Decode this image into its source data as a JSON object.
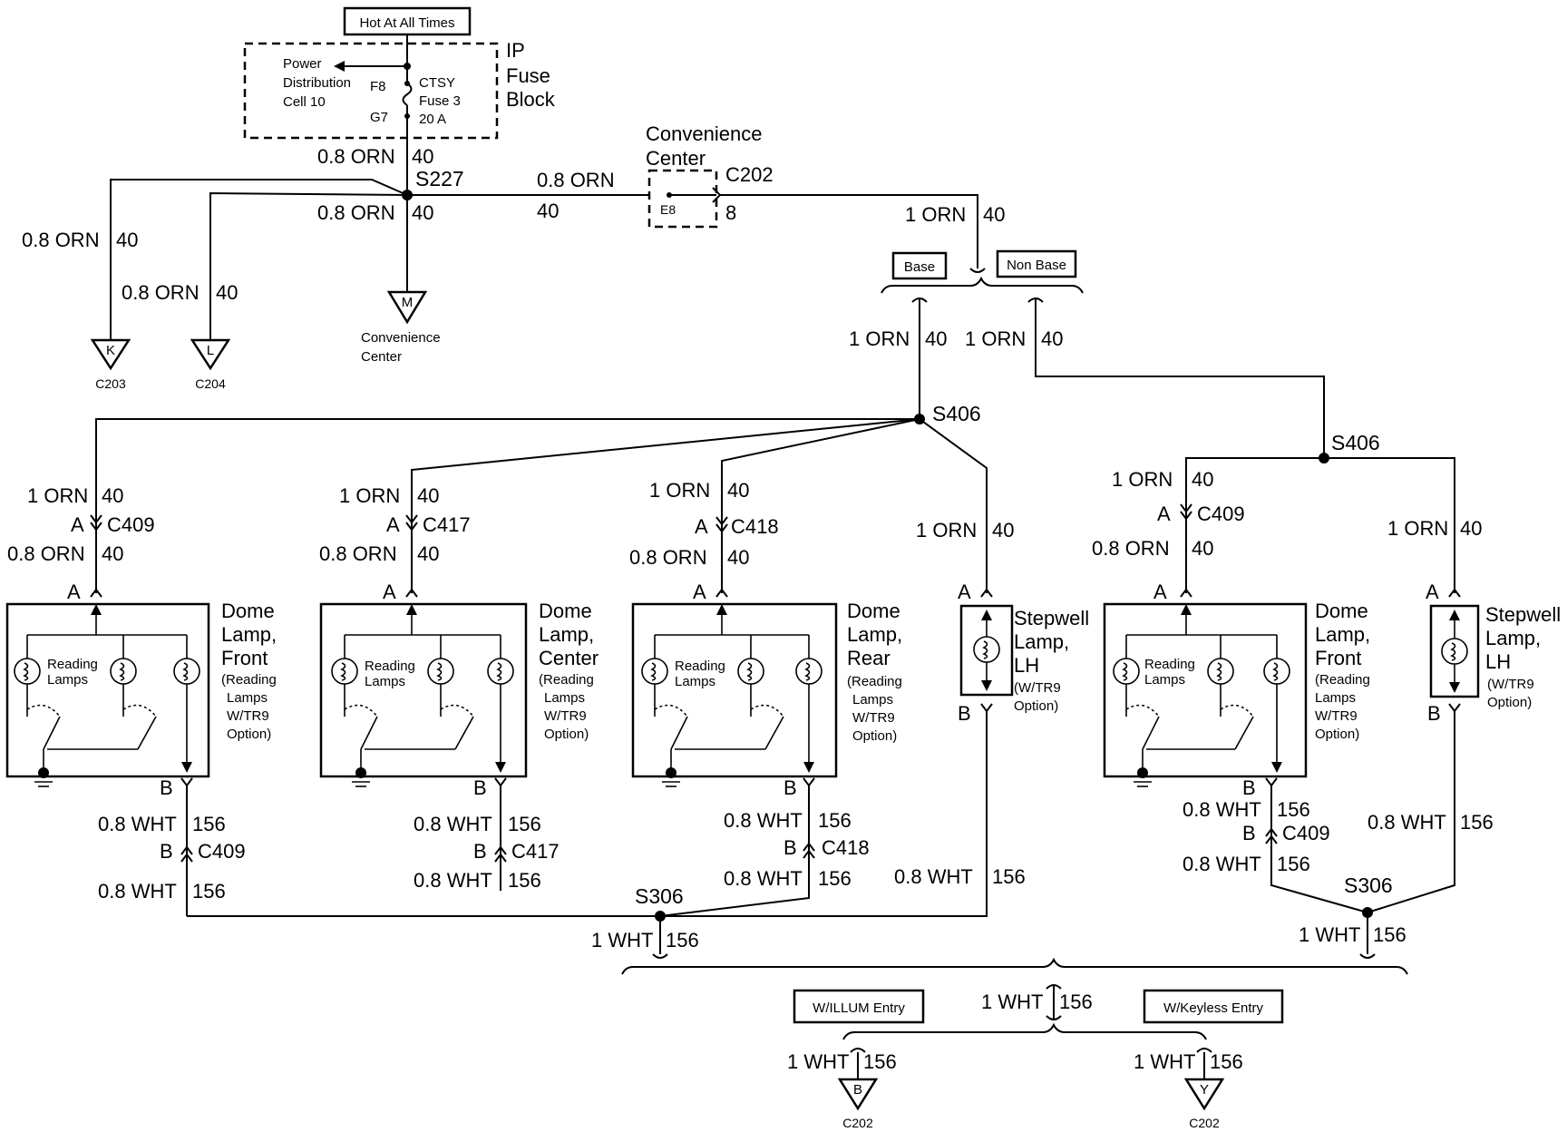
{
  "labels": {
    "hot_at_all_times": "Hot At All Times",
    "ip": "IP",
    "fuse": "Fuse",
    "block": "Block",
    "power": "Power",
    "distribution": "Distribution",
    "cell_10": "Cell 10",
    "f8": "F8",
    "g7": "G7",
    "ctsy": "CTSY",
    "fuse_3": "Fuse 3",
    "amps_20": "20 A",
    "s227": "S227",
    "convenience": "Convenience",
    "center": "Center",
    "c202": "C202",
    "e8": "E8",
    "pin_8": "8",
    "base": "Base",
    "non_base": "Non Base",
    "k": "K",
    "l": "L",
    "m": "M",
    "c203": "C203",
    "c204": "C204",
    "s406": "S406",
    "s306": "S306",
    "a": "A",
    "b": "B",
    "y": "Y",
    "c409": "C409",
    "c417": "C417",
    "c418": "C418",
    "reading": "Reading",
    "lamps": "Lamps",
    "dome": "Dome",
    "lamp_comma": "Lamp,",
    "front": "Front",
    "center_word": "Center",
    "rear": "Rear",
    "stepwell": "Stepwell",
    "lh": "LH",
    "reading_paren": "(Reading",
    "lamps_word": "Lamps",
    "w_tr9": "W/TR9",
    "option_paren": "Option)",
    "w_tr9_paren": "(W/TR9",
    "option": "Option)",
    "w_illum_entry": "W/ILLUM Entry",
    "w_keyless_entry": "W/Keyless Entry"
  },
  "wires": {
    "orn_08": "0.8 ORN",
    "orn_1": "1 ORN",
    "wht_08": "0.8 WHT",
    "wht_1": "1 WHT",
    "ckt_40": "40",
    "ckt_156": "156"
  }
}
